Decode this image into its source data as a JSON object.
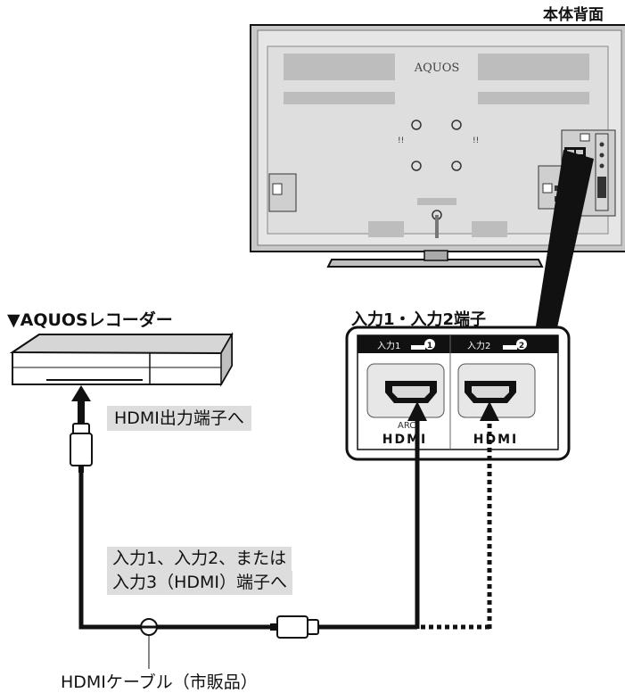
{
  "labels": {
    "tv_back": "本体背面",
    "recorder": "▼AQUOSレコーダー",
    "hdmi_out": "HDMI出力端子へ",
    "input12": "入力1・入力2端子",
    "input_note_1": "入力1、入力2、または",
    "input_note_2": "入力3（HDMI）端子へ",
    "cable": "HDMIケーブル（市販品）"
  },
  "tv": {
    "brand": "AQUOS"
  },
  "panel": {
    "port1_label": "入力1",
    "port1_num": "1",
    "port2_label": "入力2",
    "port2_num": "2",
    "hdmi_logo": "HDMI",
    "arc_text": "ARC"
  },
  "colors": {
    "line": "#111111",
    "tv_body": "#d0d0d0",
    "tv_panel": "#e9e9e9",
    "note_bg": "#dddddd"
  }
}
